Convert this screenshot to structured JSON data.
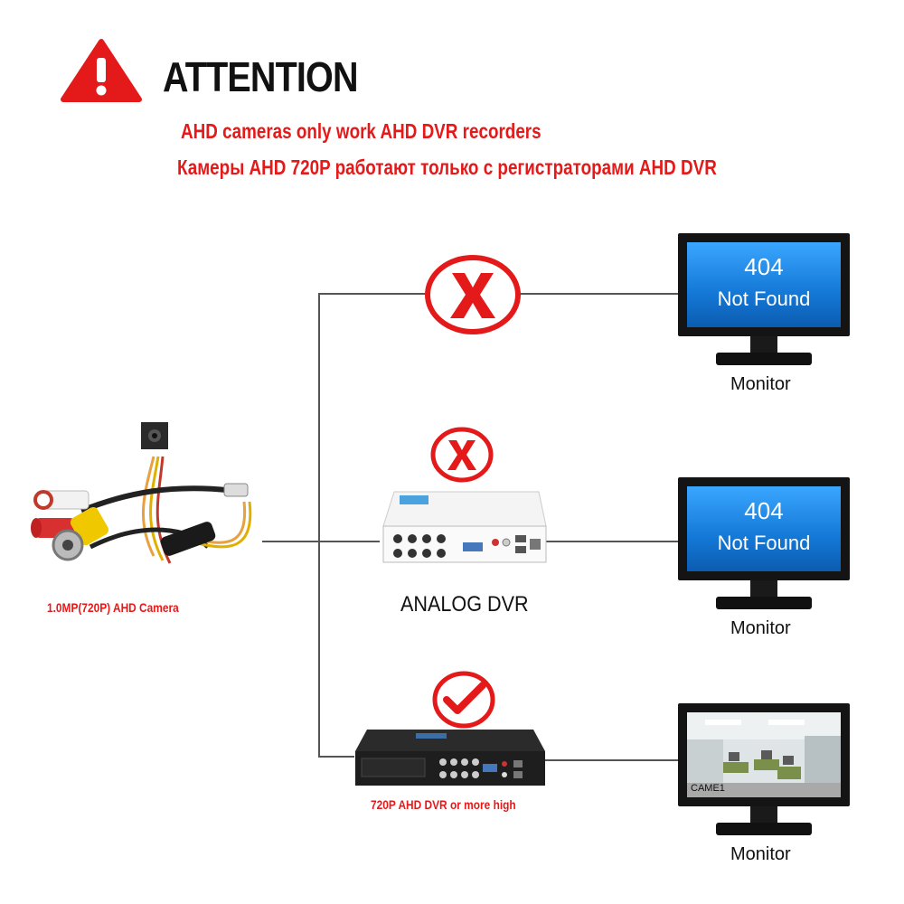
{
  "header": {
    "title": "ATTENTION",
    "notice_en": "AHD cameras only work AHD DVR recorders",
    "notice_ru": "Камеры AHD 720P работают только с регистраторами AHD DVR"
  },
  "camera": {
    "label": "1.0MP(720P) AHD Camera"
  },
  "paths": [
    {
      "status": "not-compatible",
      "device_label": "",
      "monitor_label": "Monitor",
      "screen_code": "404",
      "screen_text": "Not Found"
    },
    {
      "status": "not-compatible",
      "device_label": "ANALOG DVR",
      "monitor_label": "Monitor",
      "screen_code": "404",
      "screen_text": "Not Found"
    },
    {
      "status": "compatible",
      "device_label": "720P AHD DVR or more high",
      "monitor_label": "Monitor",
      "screen_caption": "CAME1"
    }
  ],
  "colors": {
    "accent_red": "#e41a1a",
    "screen_blue": "#1478d6",
    "line": "#555555"
  }
}
